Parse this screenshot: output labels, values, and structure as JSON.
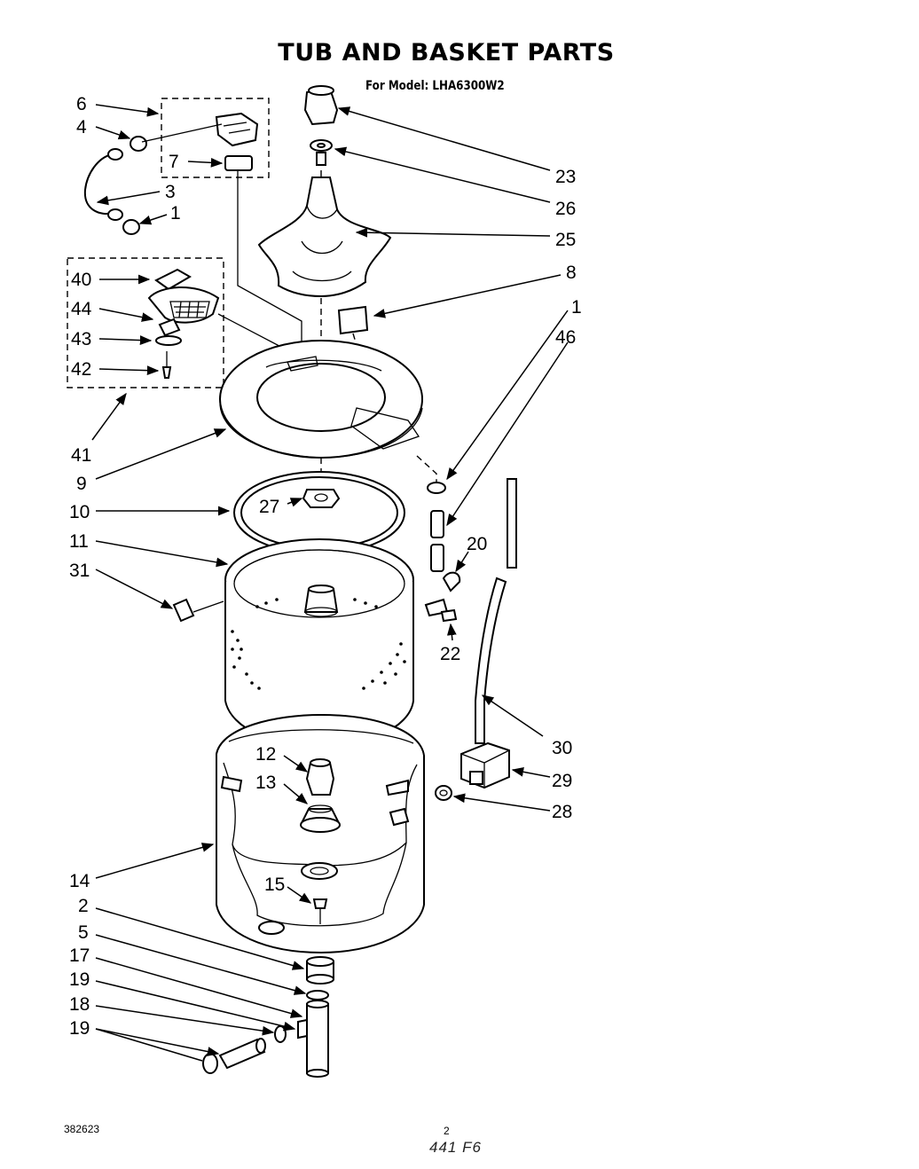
{
  "title": "TUB AND BASKET PARTS",
  "model_line": "For Model: LHA6300W2",
  "doc_number": "382623",
  "page_number": "2",
  "handwritten_note": "441 F6",
  "labels": {
    "l6": "6",
    "l4": "4",
    "l7": "7",
    "l3": "3",
    "l1a": "1",
    "l40": "40",
    "l44": "44",
    "l43": "43",
    "l42": "42",
    "l41": "41",
    "l9": "9",
    "l10": "10",
    "l11": "11",
    "l31": "31",
    "l27": "27",
    "l23": "23",
    "l26": "26",
    "l25": "25",
    "l8": "8",
    "l1b": "1",
    "l46": "46",
    "l20": "20",
    "l22": "22",
    "l30": "30",
    "l29": "29",
    "l28": "28",
    "l12": "12",
    "l13": "13",
    "l14": "14",
    "l15": "15",
    "l2": "2",
    "l5": "5",
    "l17": "17",
    "l19a": "19",
    "l18": "18",
    "l19b": "19"
  }
}
